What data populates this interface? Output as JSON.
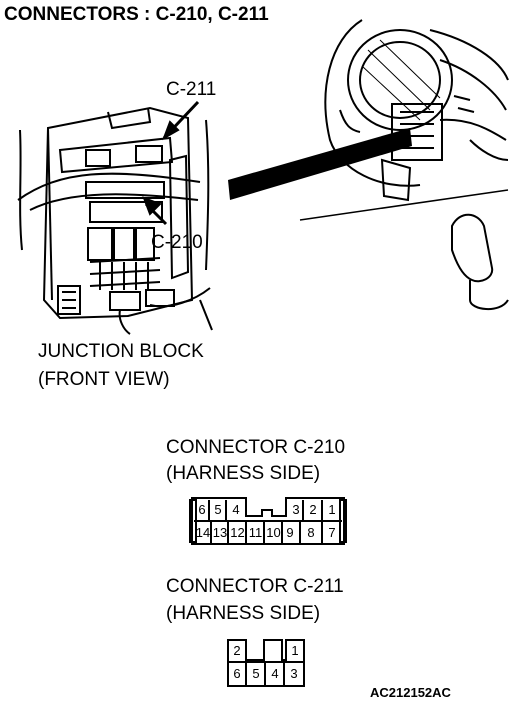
{
  "title": "CONNECTORS : C-210, C-211",
  "callouts": {
    "c211": "C-211",
    "c210": "C-210"
  },
  "junction_block": {
    "line1": "JUNCTION BLOCK",
    "line2": "(FRONT VIEW)"
  },
  "connector_c210": {
    "title": "CONNECTOR C-210",
    "subtitle": "(HARNESS SIDE)",
    "top_pins": [
      "6",
      "5",
      "4",
      "3",
      "2",
      "1"
    ],
    "bottom_pins": [
      "14",
      "13",
      "12",
      "11",
      "10",
      "9",
      "8",
      "7"
    ]
  },
  "connector_c211": {
    "title": "CONNECTOR C-211",
    "subtitle": "(HARNESS SIDE)",
    "top_pins": [
      "2",
      "1"
    ],
    "bottom_pins": [
      "6",
      "5",
      "4",
      "3"
    ]
  },
  "figure_id": "AC212152AC"
}
